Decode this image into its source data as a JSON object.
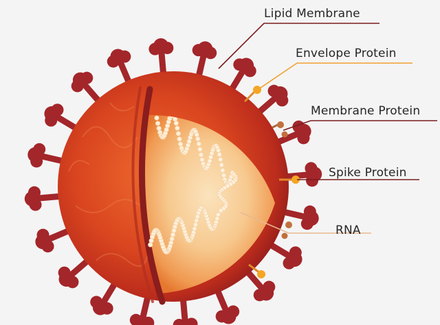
{
  "labels": {
    "lipid_membrane": "Lipid Membrane",
    "envelope_protein": "Envelope Protein",
    "membrane_protein": "Membrane Protein",
    "spike_protein": "Spike Protein",
    "rna": "RNA"
  },
  "colors": {
    "background": "#f4f4f4",
    "virus_body": "#cc3a20",
    "virus_dark": "#8e1c1c",
    "spike": "#a3262a",
    "interior_glow": "#f7c98f",
    "rna_beads": "#fff0dc",
    "envelope_marker": "#f5a623",
    "membrane_marker": "#c2703e",
    "leader_dark": "#7a1c1c",
    "leader_orange": "#f0a030",
    "leader_light": "#e8b890"
  }
}
